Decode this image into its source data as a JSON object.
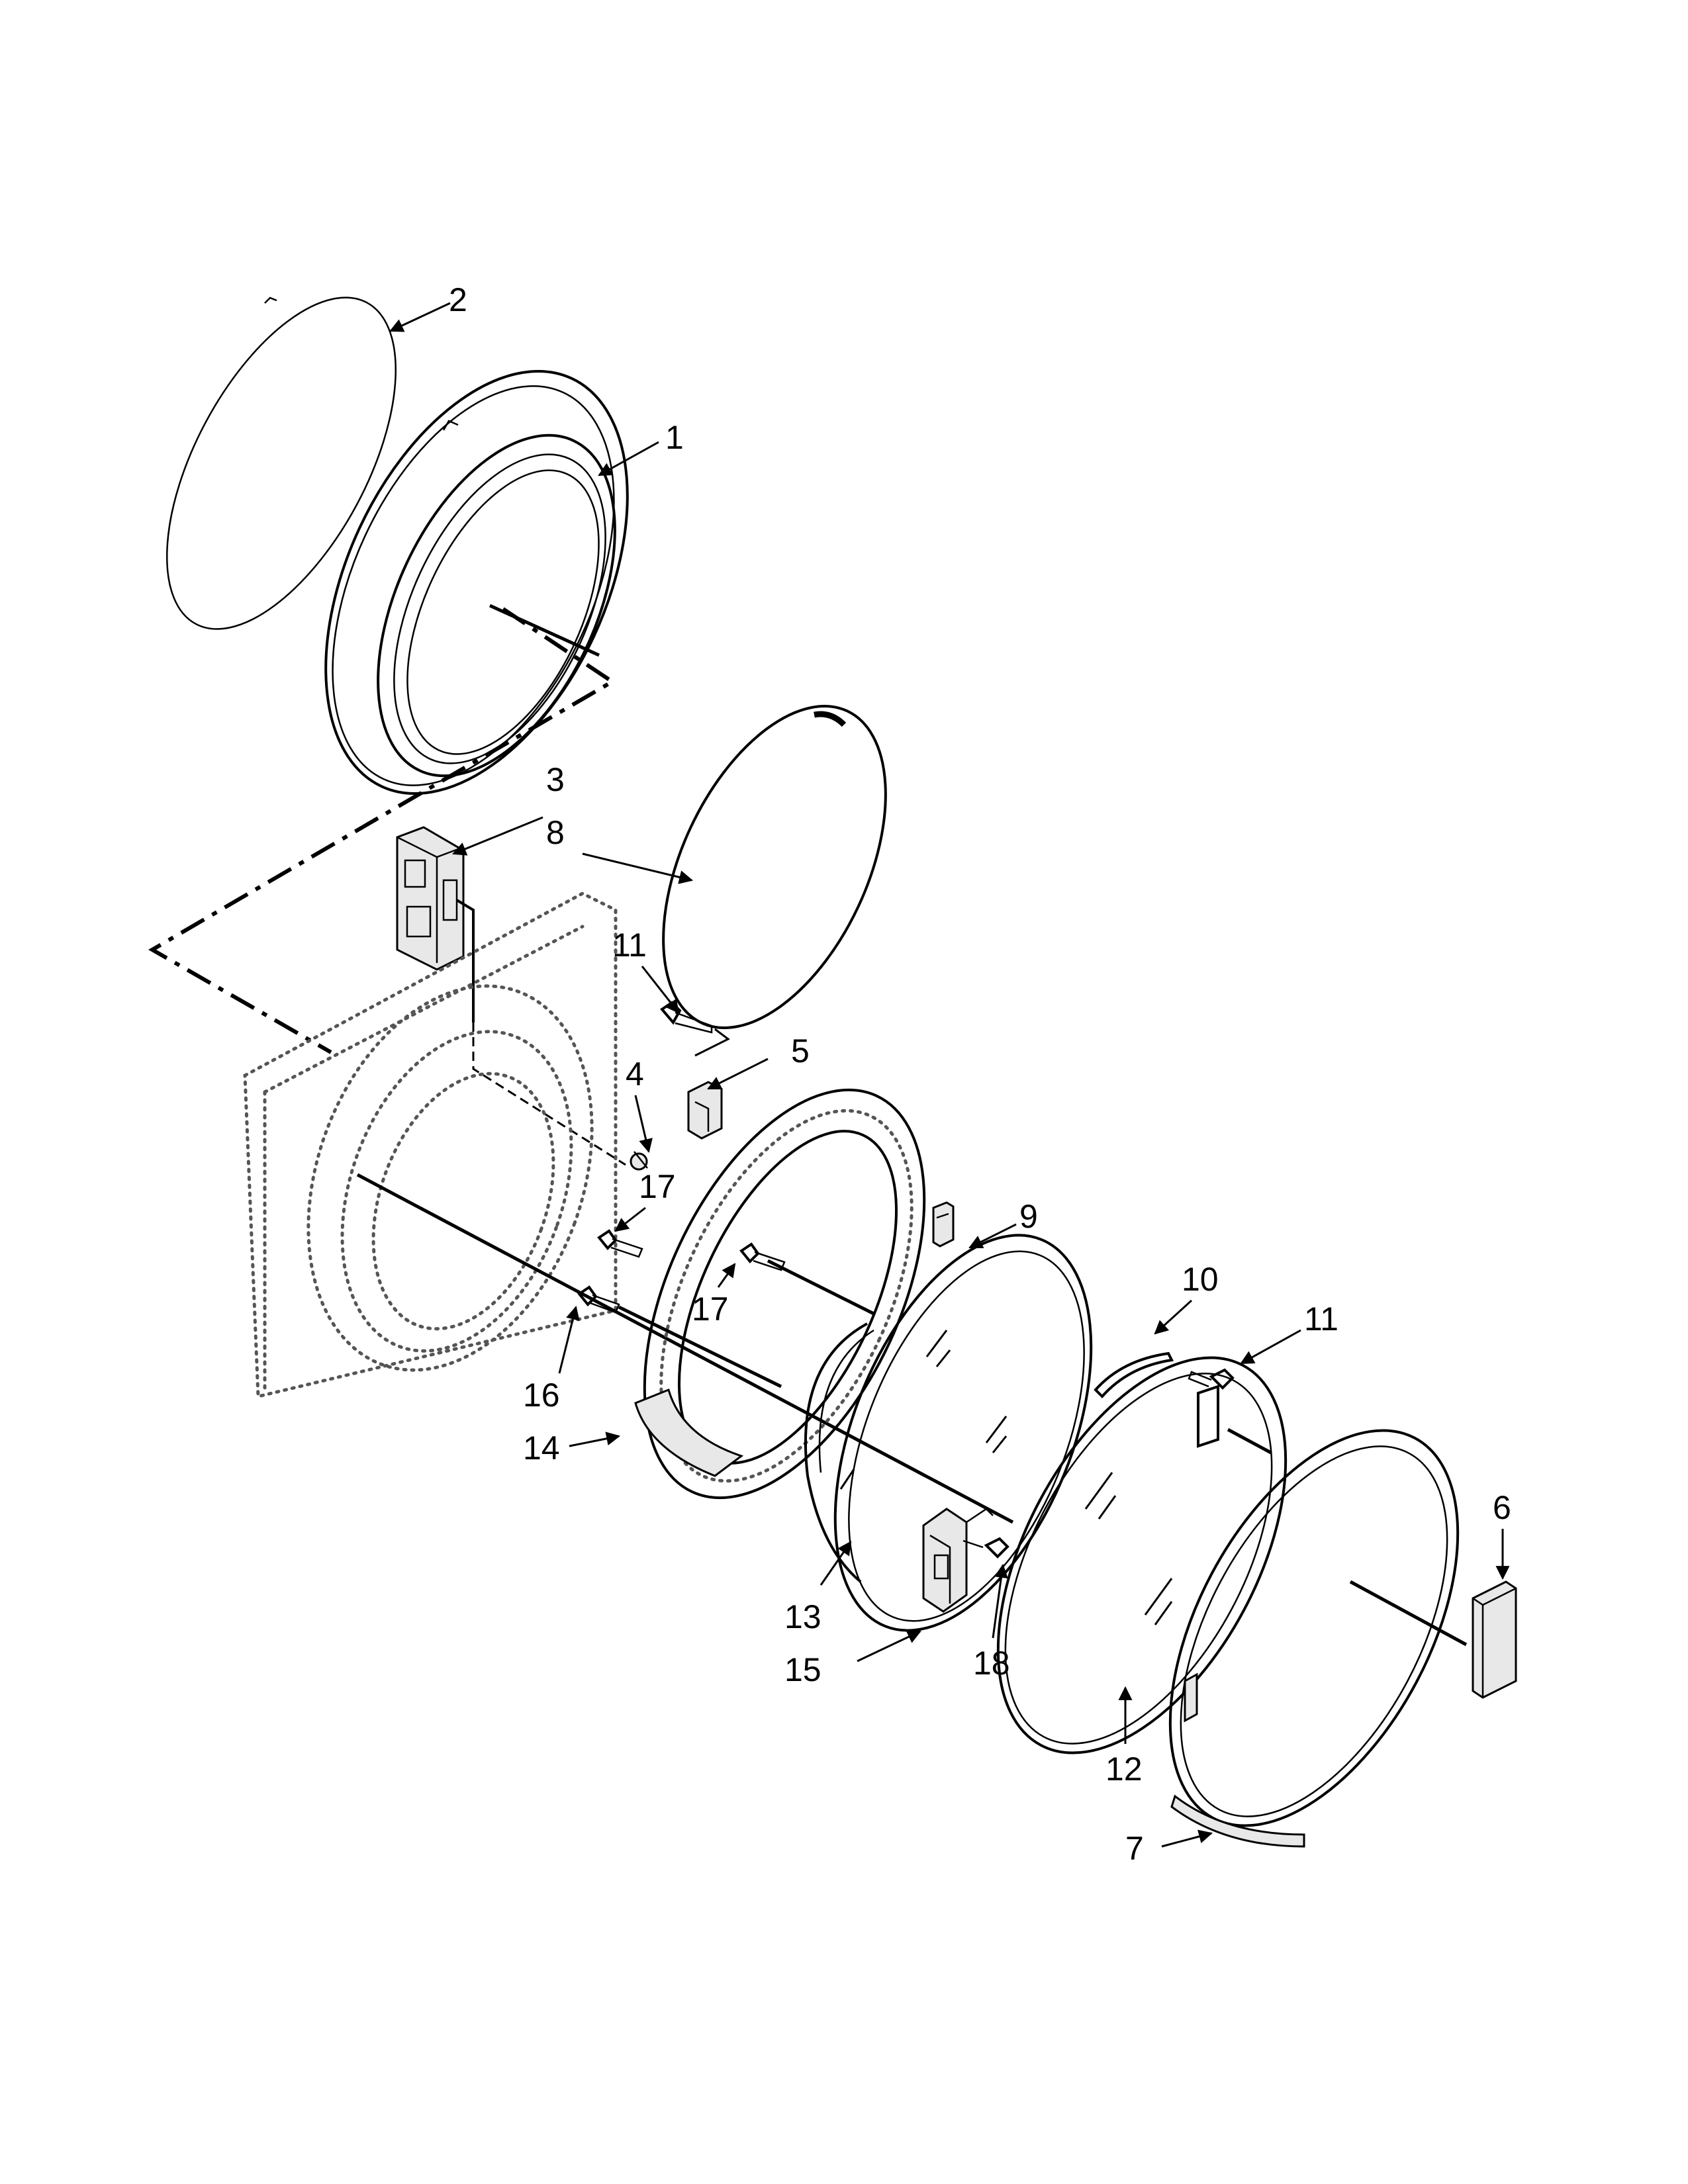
{
  "callouts": {
    "c1": "1",
    "c2": "2",
    "c3": "3",
    "c4": "4",
    "c5": "5",
    "c6": "6",
    "c7": "7",
    "c8": "8",
    "c9": "9",
    "c10": "10",
    "c11a": "11",
    "c11b": "11",
    "c12": "12",
    "c13": "13",
    "c14": "14",
    "c15": "15",
    "c16": "16",
    "c17a": "17",
    "c17b": "17",
    "c18": "18"
  }
}
